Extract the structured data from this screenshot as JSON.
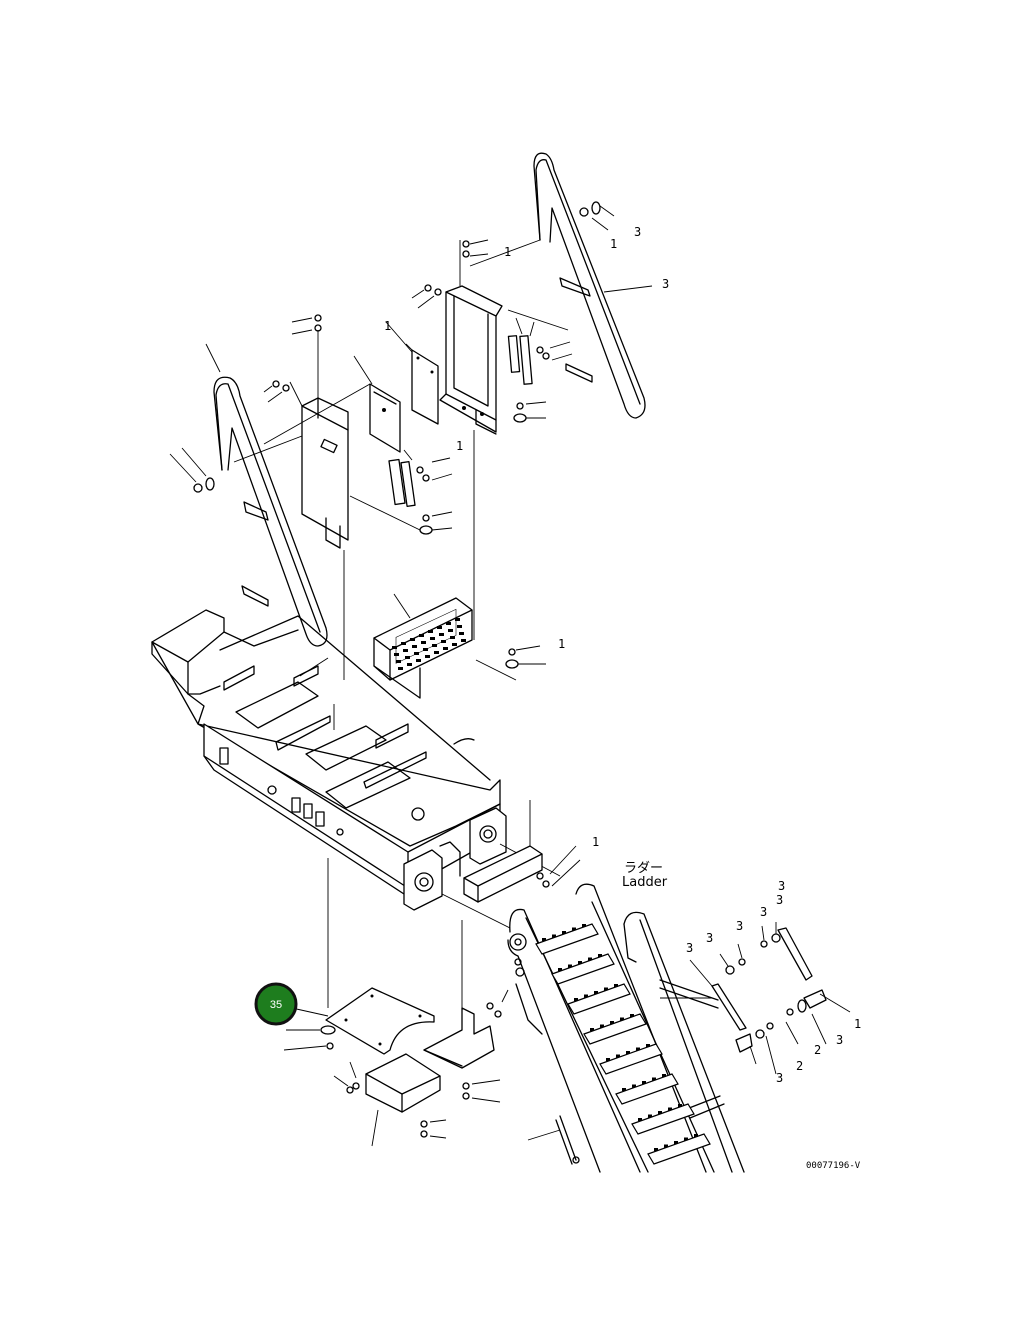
{
  "callout": {
    "number": "35",
    "color": "#1e7d1e",
    "ring_color": "#111111"
  },
  "ladder_label": {
    "japanese": "ラダー",
    "english": "Ladder"
  },
  "drawing_code": "00077196-V",
  "ref_labels": [
    "1",
    "3",
    "3",
    "3",
    "3",
    "3",
    "3",
    "1",
    "1",
    "2",
    "3",
    "3",
    "2",
    "1",
    "3"
  ]
}
